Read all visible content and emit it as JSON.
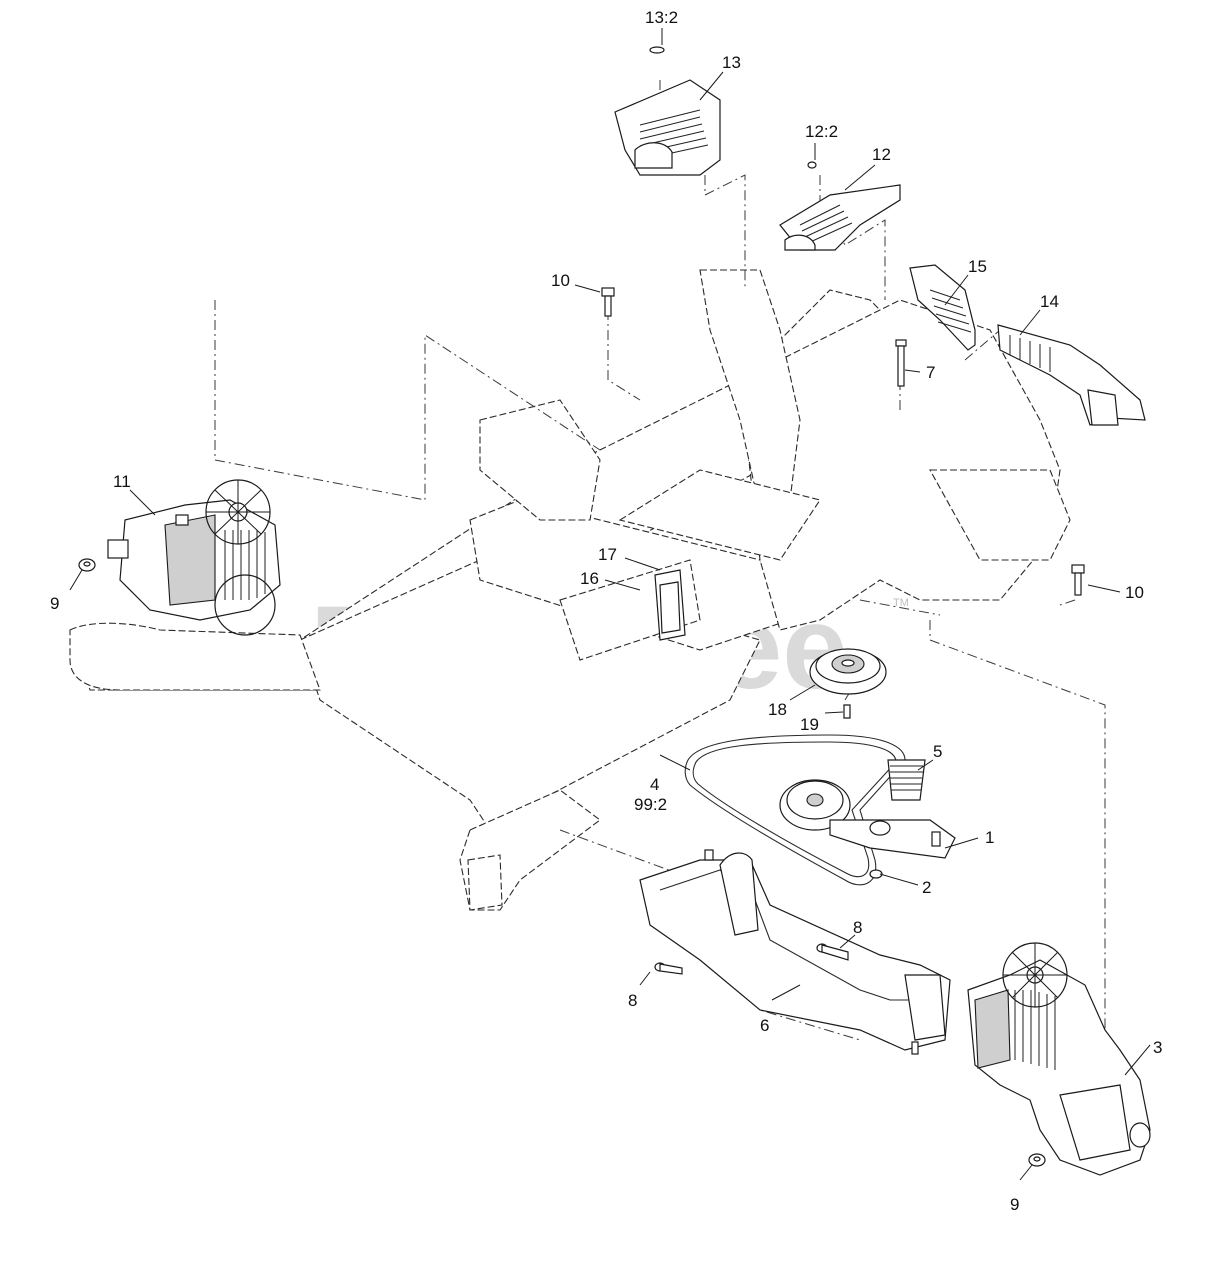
{
  "watermark": {
    "text": "PartsTree",
    "mark": "TM"
  },
  "callouts": [
    {
      "id": "c-13-2",
      "label": "13:2"
    },
    {
      "id": "c-13",
      "label": "13"
    },
    {
      "id": "c-12-2",
      "label": "12:2"
    },
    {
      "id": "c-12",
      "label": "12"
    },
    {
      "id": "c-10-top",
      "label": "10"
    },
    {
      "id": "c-15",
      "label": "15"
    },
    {
      "id": "c-14",
      "label": "14"
    },
    {
      "id": "c-7",
      "label": "7"
    },
    {
      "id": "c-11",
      "label": "11"
    },
    {
      "id": "c-9-left",
      "label": "9"
    },
    {
      "id": "c-17",
      "label": "17"
    },
    {
      "id": "c-16",
      "label": "16"
    },
    {
      "id": "c-10-right",
      "label": "10"
    },
    {
      "id": "c-18",
      "label": "18"
    },
    {
      "id": "c-19",
      "label": "19"
    },
    {
      "id": "c-5",
      "label": "5"
    },
    {
      "id": "c-4",
      "label": "4"
    },
    {
      "id": "c-99-2",
      "label": "99:2"
    },
    {
      "id": "c-1",
      "label": "1"
    },
    {
      "id": "c-2",
      "label": "2"
    },
    {
      "id": "c-8-right",
      "label": "8"
    },
    {
      "id": "c-8-left",
      "label": "8"
    },
    {
      "id": "c-6",
      "label": "6"
    },
    {
      "id": "c-3",
      "label": "3"
    },
    {
      "id": "c-9-bottom",
      "label": "9"
    }
  ]
}
